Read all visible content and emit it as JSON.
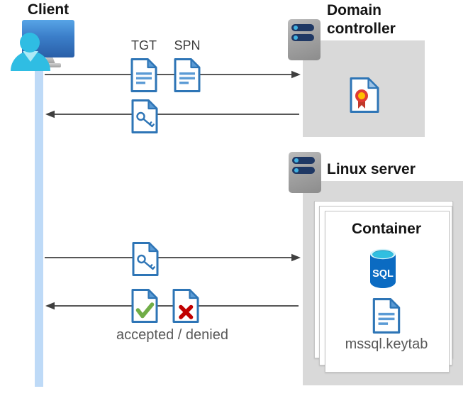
{
  "client": {
    "label": "Client"
  },
  "domain_controller": {
    "title": "Domain controller"
  },
  "linux_server": {
    "title": "Linux server"
  },
  "container": {
    "title": "Container",
    "sql_badge": "SQL",
    "keytab_file": "mssql.keytab"
  },
  "flow": {
    "tgt_label": "TGT",
    "spn_label": "SPN",
    "result_label": "accepted / denied"
  },
  "colors": {
    "doc_border_blue": "#2e75b6",
    "doc_fill_blue": "#5b9bd5",
    "accepted_green": "#70ad47",
    "denied_red": "#c00000",
    "sql_body_blue": "#0b6bc2",
    "sql_top_cyan": "#31bfe0",
    "server_bar_navy": "#1f3864",
    "server_dot_blue": "#41b1e1",
    "swimlane_gray": "#d9d9d9",
    "arrow_gray": "#3f3f3f",
    "lifeline_blue": "#bedaf7",
    "person_cyan": "#2fbde3",
    "monitor_blue": "#3b7ec9",
    "certificate_red": "#e03b34",
    "certificate_yellow": "#ffc000",
    "label_gray": "#595959"
  },
  "icons": {
    "client": "person-with-monitor-icon",
    "domain_controller": "server-icon",
    "linux_server": "server-icon",
    "certificate": "certificate-document-icon",
    "tgt": "text-document-icon",
    "spn": "text-document-icon",
    "service_ticket": "key-document-icon",
    "accepted": "check-document-icon",
    "denied": "cross-document-icon",
    "database": "sql-database-icon",
    "keytab": "text-document-icon"
  }
}
